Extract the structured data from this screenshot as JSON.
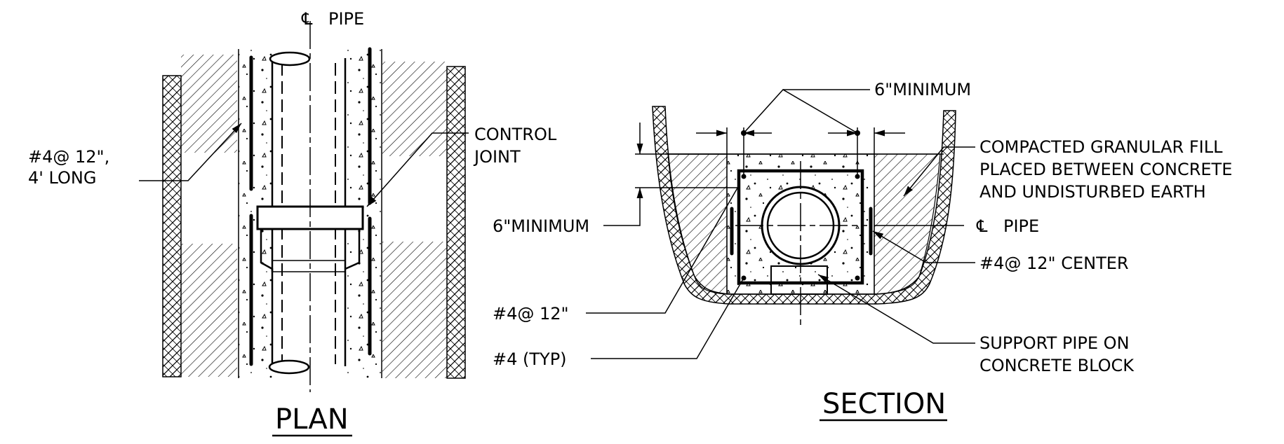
{
  "plan": {
    "title": "PLAN",
    "centerline_label": "PIPE",
    "rebar_label_line1": "#4@ 12\",",
    "rebar_label_line2": "4' LONG",
    "joint_label_line1": "CONTROL",
    "joint_label_line2": "JOINT"
  },
  "section": {
    "title": "SECTION",
    "top_min_label": "6\"MINIMUM",
    "side_min_label": "6\"MINIMUM",
    "fill_label_line1": "COMPACTED GRANULAR FILL",
    "fill_label_line2": "PLACED BETWEEN CONCRETE",
    "fill_label_line3": "AND UNDISTURBED EARTH",
    "centerline_label": "PIPE",
    "rebar_center_label": "#4@ 12\" CENTER",
    "rebar_label": "#4@ 12\"",
    "rebar_typ_label": "#4 (TYP)",
    "support_label_line1": "SUPPORT PIPE ON",
    "support_label_line2": "CONCRETE BLOCK"
  }
}
